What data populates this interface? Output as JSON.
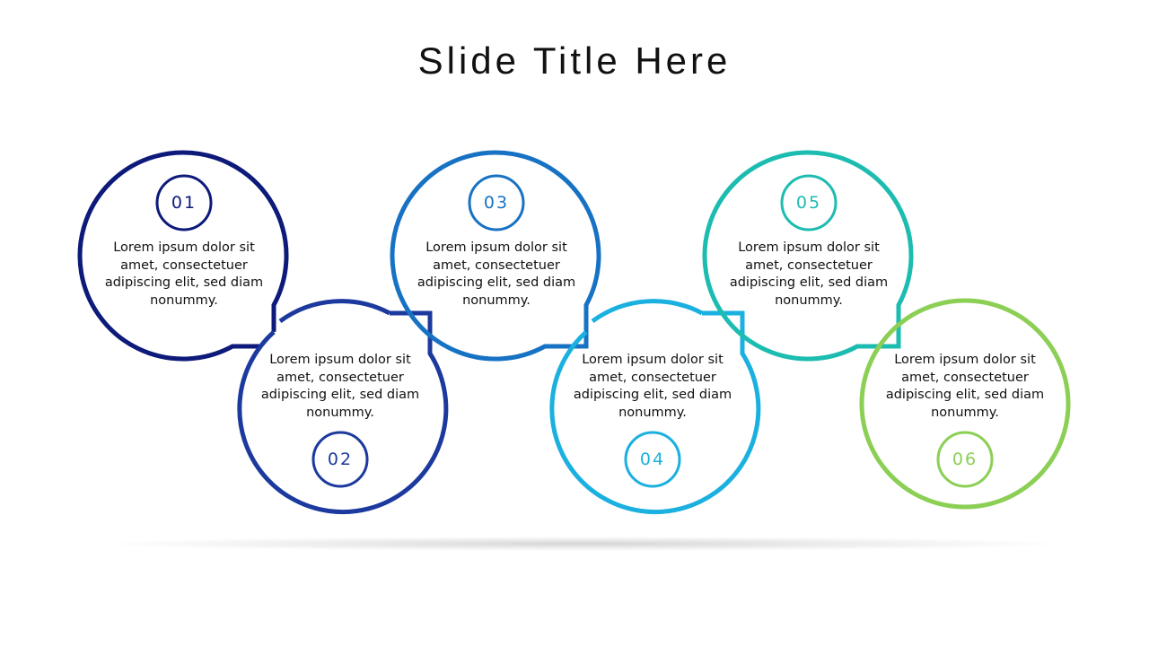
{
  "slide": {
    "title": "Slide Title Here"
  },
  "steps": [
    {
      "number": "01",
      "text": "Lorem ipsum dolor sit amet, consectetuer adipiscing elit, sed diam nonummy.",
      "color": "#0d1a7a",
      "position": "top"
    },
    {
      "number": "02",
      "text": "Lorem ipsum dolor sit amet, consectetuer adipiscing elit, sed diam nonummy.",
      "color": "#1c3a9e",
      "position": "bottom"
    },
    {
      "number": "03",
      "text": "Lorem ipsum dolor sit amet, consectetuer adipiscing elit, sed diam nonummy.",
      "color": "#1772c4",
      "position": "top"
    },
    {
      "number": "04",
      "text": "Lorem ipsum dolor sit amet, consectetuer adipiscing elit, sed diam nonummy.",
      "color": "#1ab0df",
      "position": "bottom"
    },
    {
      "number": "05",
      "text": "Lorem ipsum dolor sit amet, consectetuer adipiscing elit, sed diam nonummy.",
      "color": "#1dbcb0",
      "position": "top"
    },
    {
      "number": "06",
      "text": "Lorem ipsum dolor sit amet, consectetuer adipiscing elit, sed diam nonummy.",
      "color": "#8ccf55",
      "position": "bottom"
    }
  ]
}
